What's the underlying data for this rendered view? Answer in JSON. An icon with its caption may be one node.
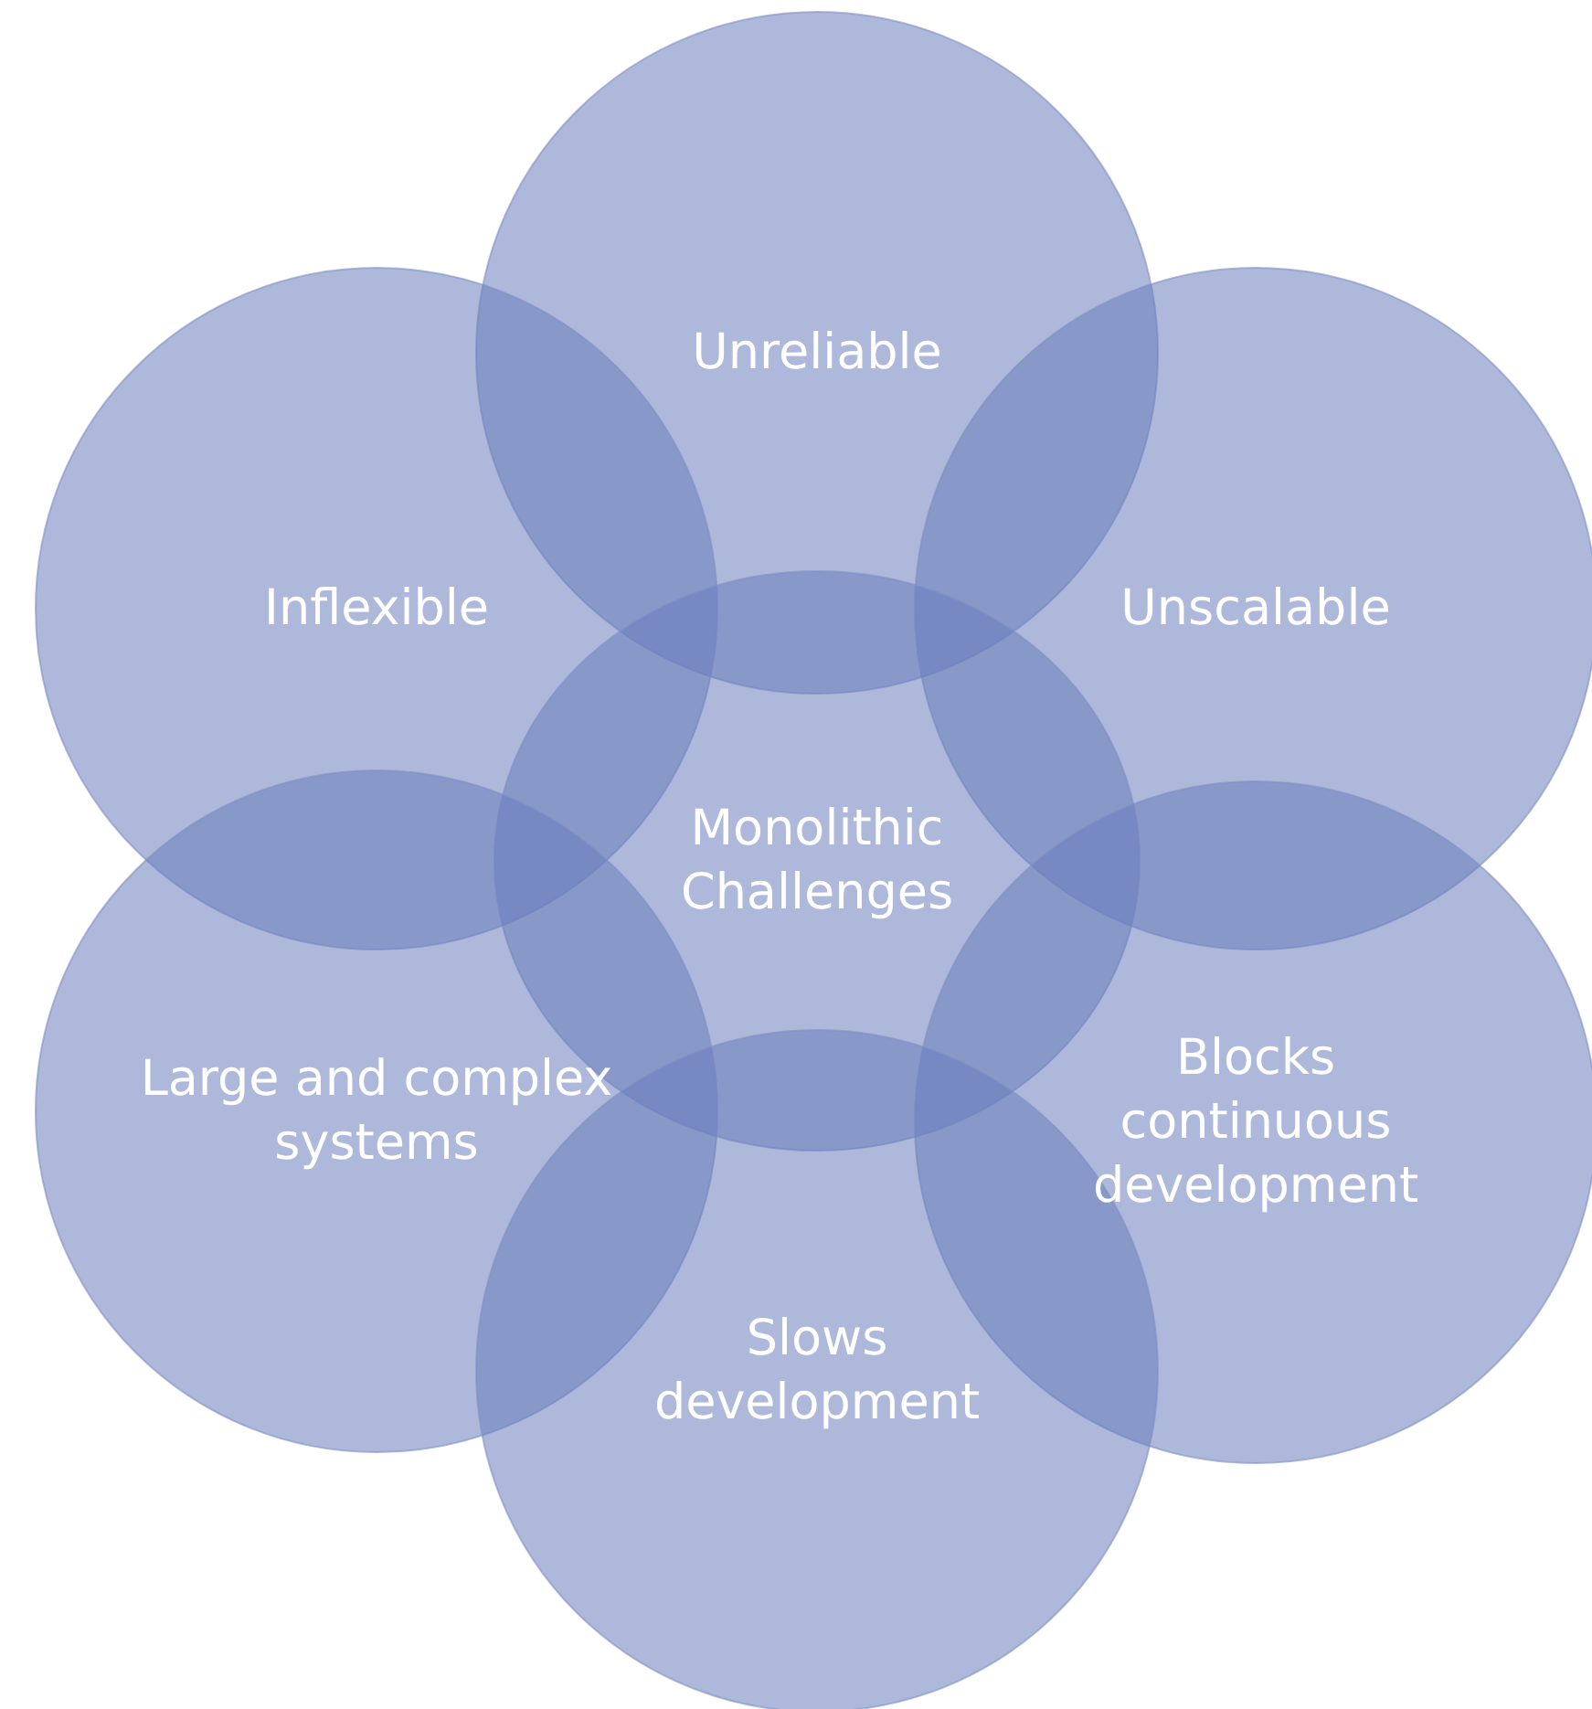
{
  "diagram": {
    "nodes": [
      {
        "text": [
          "Unreliable"
        ]
      },
      {
        "text": [
          "Inflexible"
        ]
      },
      {
        "text": [
          "Unscalable"
        ]
      },
      {
        "text": [
          "Monolithic Challenges"
        ]
      },
      {
        "text": [
          "Large and complex systems"
        ]
      },
      {
        "text": [
          "Blocks continuous development"
        ]
      },
      {
        "text": [
          "Slows development"
        ]
      }
    ]
  }
}
